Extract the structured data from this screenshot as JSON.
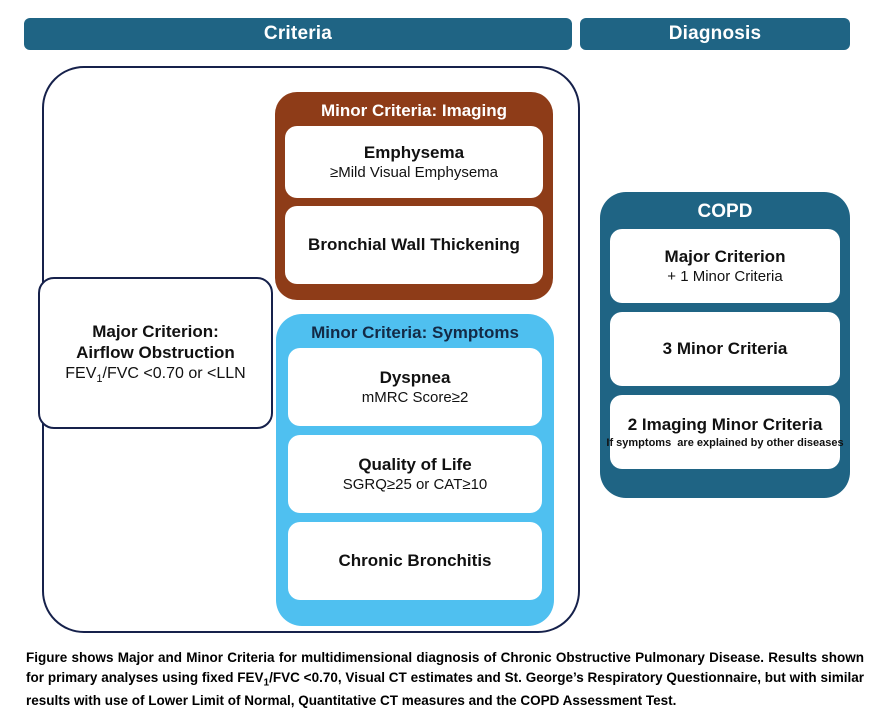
{
  "headers": {
    "criteria": "Criteria",
    "diagnosis": "Diagnosis"
  },
  "colors": {
    "header_bar": "#1f6484",
    "outer_border": "#16214b",
    "imaging_panel": "#8e3c18",
    "symptoms_panel": "#4fc0f0",
    "copd_panel": "#1f6484",
    "card_background": "#ffffff",
    "text_dark": "#111111"
  },
  "major_criterion": {
    "line1": "Major Criterion:",
    "line2": "Airflow Obstruction",
    "detail_prefix": "FEV",
    "detail_subscript": "1",
    "detail_suffix": "/FVC <0.70 or <LLN"
  },
  "imaging_group": {
    "title": "Minor Criteria: Imaging",
    "cards": [
      {
        "title": "Emphysema",
        "sub": "≥Mild Visual Emphysema"
      },
      {
        "title": "Bronchial Wall Thickening",
        "sub": ""
      }
    ]
  },
  "symptoms_group": {
    "title": "Minor Criteria: Symptoms",
    "cards": [
      {
        "title": "Dyspnea",
        "sub": "mMRC Score≥2"
      },
      {
        "title": "Quality of Life",
        "sub": "SGRQ≥25 or CAT≥10"
      },
      {
        "title": "Chronic Bronchitis",
        "sub": ""
      }
    ]
  },
  "copd_group": {
    "title": "COPD",
    "cards": [
      {
        "title": "Major Criterion",
        "sub": "+ 1 Minor Criteria",
        "small": ""
      },
      {
        "title": "3 Minor Criteria",
        "sub": "",
        "small": ""
      },
      {
        "title": "2 Imaging Minor Criteria",
        "sub": "",
        "small": "If symptoms  are explained by other diseases"
      }
    ]
  },
  "caption": {
    "part1": "Figure shows Major and Minor Criteria for multidimensional diagnosis of Chronic Obstructive Pulmonary Disease. Results shown for primary analyses using fixed FEV",
    "subscript": "1",
    "part2": "/FVC <0.70, Visual CT estimates and St. George’s Respiratory Questionnaire, but with similar results with use of Lower Limit of Normal, Quantitative CT measures and the COPD Assessment Test."
  }
}
